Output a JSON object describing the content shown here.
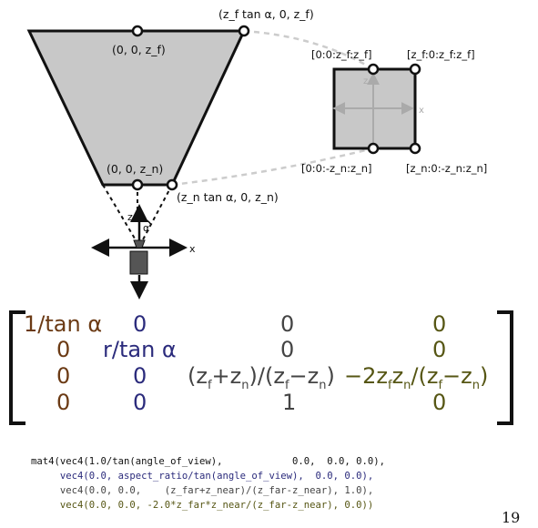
{
  "diagram": {
    "labels": {
      "far_center": "(0, 0, z_f)",
      "far_corner": "(z_f tan α, 0, z_f)",
      "near_center": "(0, 0, z_n)",
      "near_corner": "(z_n tan α, 0, z_n)",
      "clip_far_left": "[0:0:z_f:z_f]",
      "clip_far_right": "[z_f:0:z_f:z_f]",
      "clip_near_left": "[0:0:-z_n:z_n]",
      "clip_near_right": "[z_n:0:-z_n:z_n]",
      "camera_z": "z",
      "camera_alpha": "α",
      "camera_x": "x",
      "clip_z": "z",
      "clip_x": "x"
    },
    "colors": {
      "fill": "#c8c8c8",
      "stroke": "#111111",
      "dashed": "#cccccc"
    }
  },
  "matrix": {
    "rows": [
      [
        "1/tan α",
        "0",
        "0",
        "0"
      ],
      [
        "0",
        "r/tan α",
        "0",
        "0"
      ],
      [
        "0",
        "0",
        "(z_f+z_n)/(z_f-z_n)",
        "-2z_fz_n/(z_f-z_n)"
      ],
      [
        "0",
        "0",
        "1",
        "0"
      ]
    ],
    "column_colors": [
      "#6b3a14",
      "#2b2b7c",
      "#444444",
      "#565614"
    ]
  },
  "code": {
    "lines": [
      "mat4(vec4(1.0/tan(angle_of_view),            0.0,  0.0, 0.0),",
      "     vec4(0.0, aspect_ratio/tan(angle_of_view),  0.0, 0.0),",
      "     vec4(0.0, 0.0,    (z_far+z_near)/(z_far-z_near), 1.0),",
      "     vec4(0.0, 0.0, -2.0*z_far*z_near/(z_far-z_near), 0.0))"
    ]
  },
  "page_number": "19"
}
